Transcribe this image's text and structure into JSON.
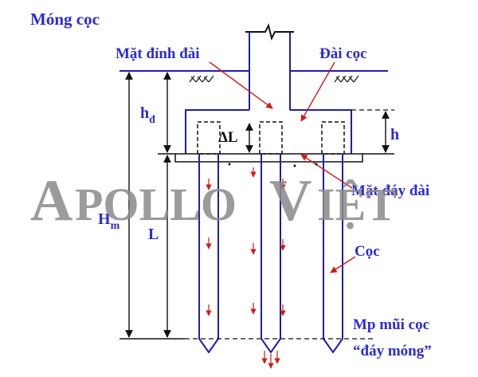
{
  "title": "Móng cọc",
  "labels": {
    "top_face": "Mặt đỉnh đài",
    "pile_cap": "Đài cọc",
    "bottom_face": "Mặt đáy đài",
    "pile": "Cọc",
    "tip_plane": "Mp mũi cọc",
    "foundation_bottom": "“đáy móng”"
  },
  "dimensions": {
    "hd_main": "h",
    "hd_sub": "đ",
    "hm_main": "H",
    "hm_sub": "m",
    "L": "L",
    "h": "h",
    "deltaL": "ΔL"
  },
  "watermark": {
    "big_a": "A",
    "pollo": "POLLO",
    "big_v": "V",
    "iet": "IỆT"
  },
  "colors": {
    "label": "#2b2bd4",
    "structure": "#1f1fa8",
    "dimension": "#111111",
    "arrow": "#d11a1a",
    "watermark": "#8a8a8a"
  }
}
